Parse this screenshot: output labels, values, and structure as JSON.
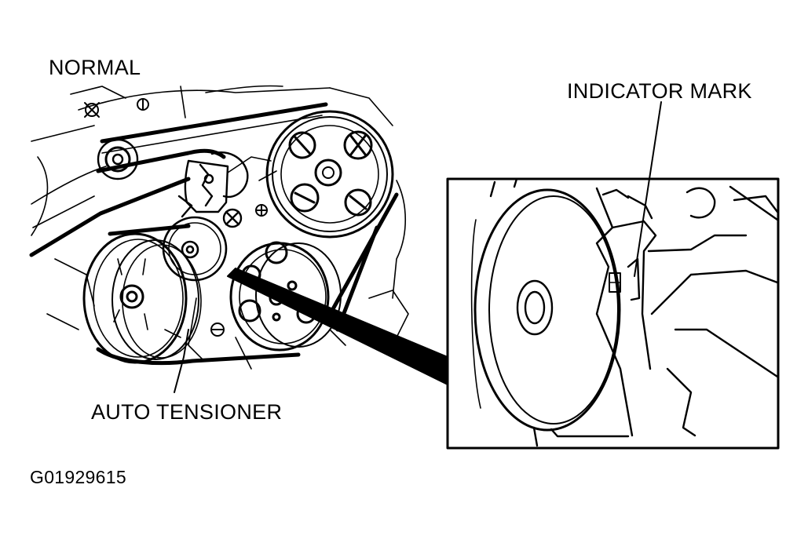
{
  "labels": {
    "normal": "NORMAL",
    "indicator_mark": "INDICATOR MARK",
    "auto_tensioner": "AUTO TENSIONER",
    "figure_code": "G01929615"
  },
  "colors": {
    "ink": "#000000",
    "paper": "#ffffff"
  }
}
